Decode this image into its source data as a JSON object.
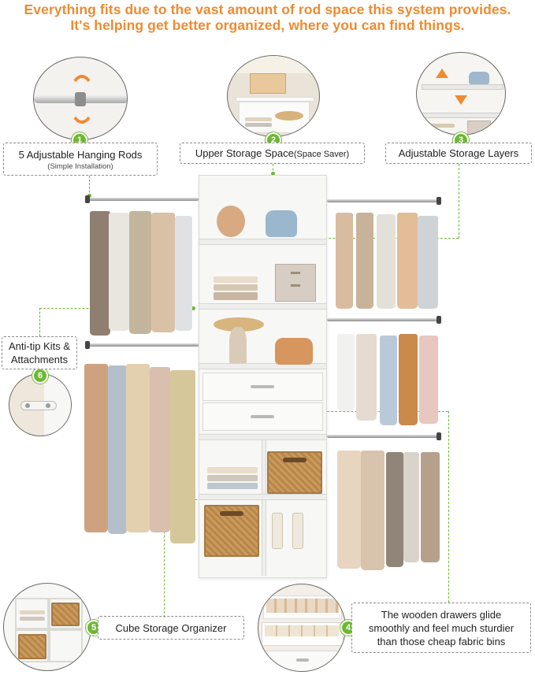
{
  "headline": {
    "line1": "Everything fits due to the vast amount of rod space this system provides.",
    "line2": "It's helping get better organized, where you can find things."
  },
  "features": [
    {
      "number": "1",
      "title": "5 Adjustable Hanging Rods",
      "subtitle": "(Simple Installation)"
    },
    {
      "number": "2",
      "title": "Upper Storage Space",
      "title_suffix": "(Space Saver)"
    },
    {
      "number": "3",
      "title": "Adjustable Storage Layers"
    },
    {
      "number": "4",
      "line1": "The wooden drawers glide",
      "line2": "smoothly and feel much sturdier",
      "line3": "than those cheap fabric bins"
    },
    {
      "number": "5",
      "title": "Cube Storage Organizer"
    },
    {
      "number": "6",
      "line1": "Anti-tip Kits &",
      "line2": "Attachments"
    }
  ],
  "colors": {
    "headline": "#ef8a2f",
    "badge": "#6fb833",
    "leader_line": "#6fb833",
    "label_border": "#8a8a8a"
  }
}
